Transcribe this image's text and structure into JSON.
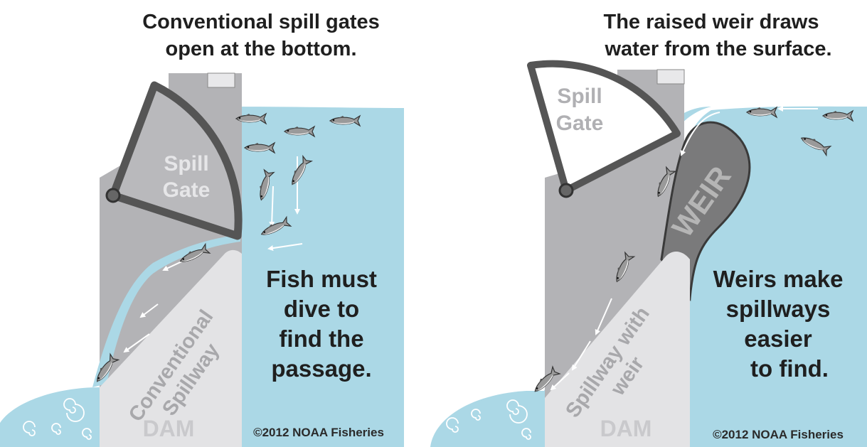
{
  "left_panel": {
    "title_line1": "Conventional spill gates",
    "title_line2": "open at the bottom.",
    "gate_label_line1": "Spill",
    "gate_label_line2": "Gate",
    "spillway_label_line1": "Conventional",
    "spillway_label_line2": "Spillway",
    "dam_label": "DAM",
    "note_lines": [
      "Fish must",
      "dive to",
      "find the",
      "passage."
    ],
    "credit": "©2012 NOAA Fisheries"
  },
  "right_panel": {
    "title_line1": "The raised weir draws",
    "title_line2": "water from the surface.",
    "gate_label_line1": "Spill",
    "gate_label_line2": "Gate",
    "weir_label": "WEIR",
    "spillway_label_line1": "Spillway with",
    "spillway_label_line2": "weir",
    "dam_label": "DAM",
    "note_lines": [
      "Weirs make",
      "spillways",
      "easier",
      "to find."
    ],
    "credit": "©2012 NOAA Fisheries"
  },
  "colors": {
    "water": "#abd8e6",
    "dam_dark": "#b3b3b6",
    "dam_light": "#e3e3e5",
    "gate_fill": "#b9b9bc",
    "frame": "#555555",
    "weir": "#7a7a7b"
  },
  "icons": [
    "fish-icon",
    "flow-arrow-icon",
    "swirl-icon"
  ]
}
